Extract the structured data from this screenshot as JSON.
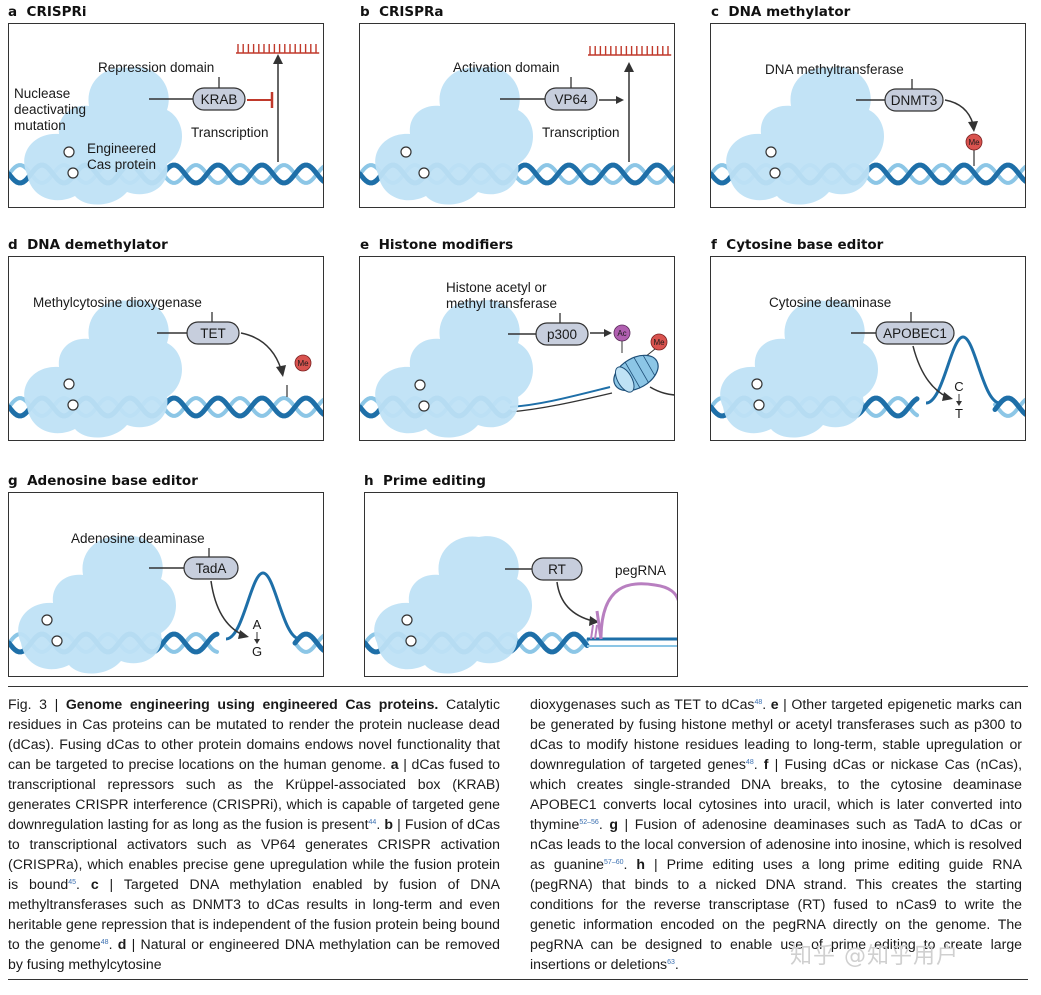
{
  "panels": {
    "a": {
      "letter": "a",
      "title": "CRISPRi",
      "domain": "Repression domain",
      "protein": "KRAB",
      "mutation_label": [
        "Nuclease",
        "deactivating",
        "mutation"
      ],
      "cas_label": [
        "Engineered",
        "Cas protein"
      ],
      "transcription": "Transcription"
    },
    "b": {
      "letter": "b",
      "title": "CRISPRa",
      "domain": "Activation domain",
      "protein": "VP64",
      "transcription": "Transcription"
    },
    "c": {
      "letter": "c",
      "title": "DNA methylator",
      "domain": "DNA methyltransferase",
      "protein": "DNMT3",
      "mark": "Me"
    },
    "d": {
      "letter": "d",
      "title": "DNA demethylator",
      "domain": "Methylcytosine dioxygenase",
      "protein": "TET",
      "mark": "Me"
    },
    "e": {
      "letter": "e",
      "title": "Histone modifiers",
      "domain_line1": "Histone acetyl or",
      "domain_line2": "methyl transferase",
      "protein": "p300",
      "mark_ac": "Ac",
      "mark_me": "Me"
    },
    "f": {
      "letter": "f",
      "title": "Cytosine base editor",
      "domain": "Cytosine deaminase",
      "protein": "APOBEC1",
      "base_from": "C",
      "base_to": "T"
    },
    "g": {
      "letter": "g",
      "title": "Adenosine base editor",
      "domain": "Adenosine deaminase",
      "protein": "TadA",
      "base_from": "A",
      "base_to": "G"
    },
    "h": {
      "letter": "h",
      "title": "Prime editing",
      "protein": "RT",
      "guide": "pegRNA"
    }
  },
  "caption": {
    "fig": "Fig. 3 | ",
    "title": "Genome engineering using engineered Cas proteins.",
    "col1": [
      {
        "t": " Catalytic residues in Cas proteins can be mutated to render the protein nuclease dead (dCas). Fusing dCas to other protein domains endows novel functionality that can be targeted to precise locations on the human genome. "
      },
      {
        "b": "a"
      },
      {
        "t": " | dCas fused to transcriptional repressors such as the Krüppel-associated box (KRAB) generates CRISPR interference (CRISPRi), which is capable of targeted gene downregulation lasting for as long as the fusion is present"
      },
      {
        "s": "44"
      },
      {
        "t": ". "
      },
      {
        "b": "b"
      },
      {
        "t": " | Fusion of dCas to transcriptional activators such as VP64 generates CRISPR activation (CRISPRa), which enables precise gene upregulation while the fusion protein is bound"
      },
      {
        "s": "45"
      },
      {
        "t": ". "
      },
      {
        "b": "c"
      },
      {
        "t": " | Targeted DNA methylation enabled by fusion of DNA methyltransferases such as DNMT3 to dCas results in long-term and even heritable gene repression that is independent of the fusion protein being bound to the genome"
      },
      {
        "s": "48"
      },
      {
        "t": ". "
      },
      {
        "b": "d"
      },
      {
        "t": " | Natural or engineered DNA methylation can be removed by fusing methylcytosine"
      }
    ],
    "col2": [
      {
        "t": "dioxygenases such as TET to dCas"
      },
      {
        "s": "48"
      },
      {
        "t": ". "
      },
      {
        "b": "e"
      },
      {
        "t": " | Other targeted epigenetic marks can be generated by fusing histone methyl or acetyl transferases such as p300 to dCas to modify histone residues leading to long-term, stable upregulation or downregulation of targeted genes"
      },
      {
        "s": "48"
      },
      {
        "t": ". "
      },
      {
        "b": "f"
      },
      {
        "t": " | Fusing dCas or nickase Cas (nCas), which creates single-stranded DNA breaks, to the cytosine deaminase APOBEC1 converts local cytosines into uracil, which is later converted into thymine"
      },
      {
        "s": "52–56"
      },
      {
        "t": ". "
      },
      {
        "b": "g"
      },
      {
        "t": " | Fusion of adenosine deaminases such as TadA to dCas or nCas leads to the local conversion of adenosine into inosine, which is resolved as guanine"
      },
      {
        "s": "57–60"
      },
      {
        "t": ". "
      },
      {
        "b": "h"
      },
      {
        "t": " | Prime editing uses a long prime editing guide RNA (pegRNA) that binds to a nicked DNA strand. This creates the starting conditions for the reverse transcriptase (RT) fused to nCas9 to write the genetic information encoded on the pegRNA directly on the genome. The pegRNA can be designed to enable use of prime editing to create large insertions or deletions"
      },
      {
        "s": "63"
      },
      {
        "t": "."
      }
    ]
  },
  "watermark": "知乎 @知乎用户",
  "colors": {
    "cas": "#bfe2f5",
    "dna_dark": "#1e6fa8",
    "dna_light": "#8cc6e6",
    "protein": "#c7cedd",
    "inhibit": "#c0392b",
    "me": "#d9534f",
    "ac": "#b05fb0",
    "peg": "#b87fc0"
  }
}
